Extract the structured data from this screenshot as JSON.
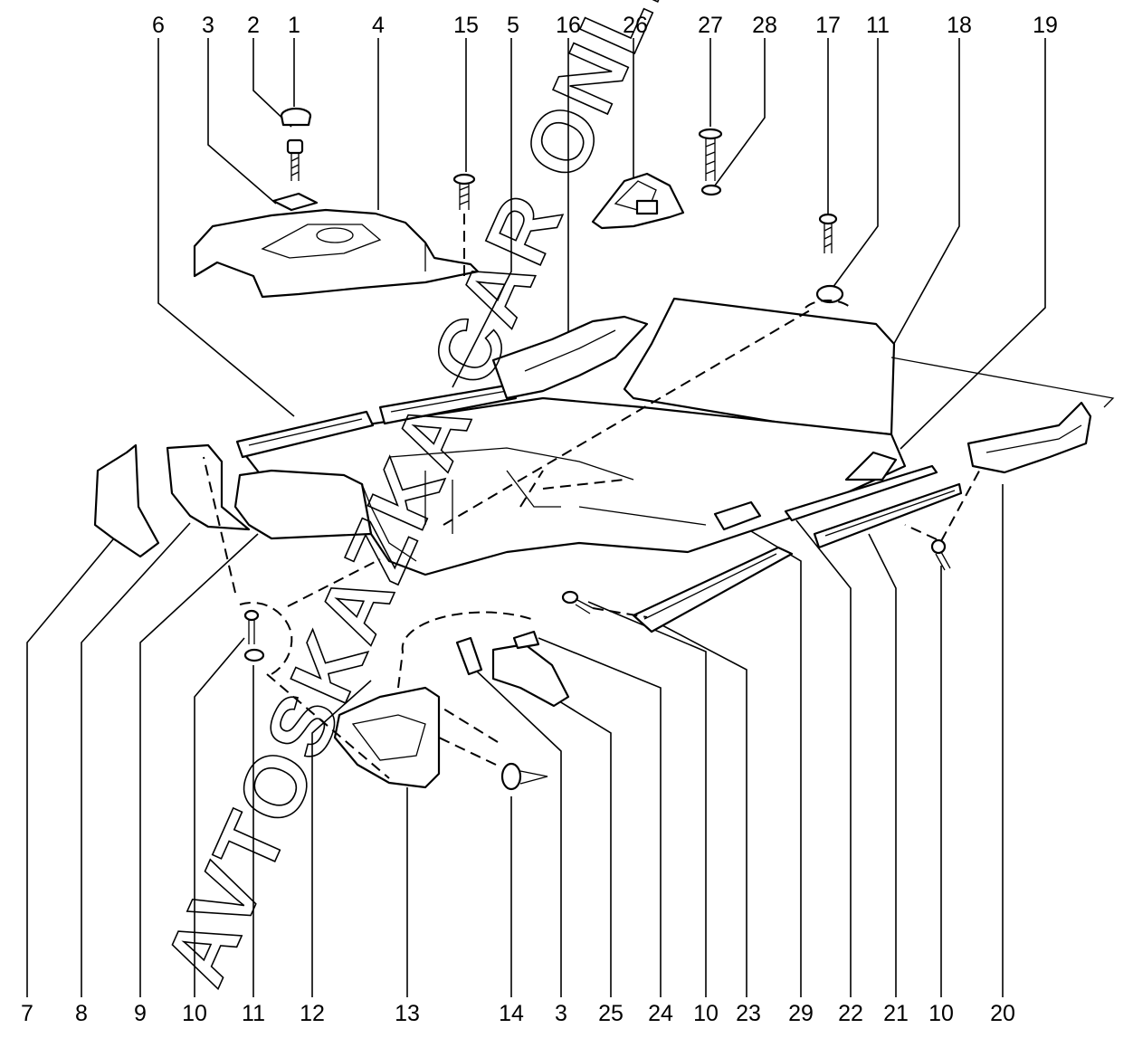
{
  "watermark": "AVTOSKAZKA CAR ONLINE",
  "callouts_top": [
    "6",
    "3",
    "2",
    "1",
    "4",
    "15",
    "5",
    "16",
    "26",
    "27",
    "28",
    "17",
    "11",
    "18",
    "19"
  ],
  "callouts_bottom": [
    "7",
    "8",
    "9",
    "10",
    "11",
    "12",
    "13",
    "14",
    "3",
    "25",
    "24",
    "10",
    "23",
    "29",
    "22",
    "21",
    "10",
    "20"
  ]
}
